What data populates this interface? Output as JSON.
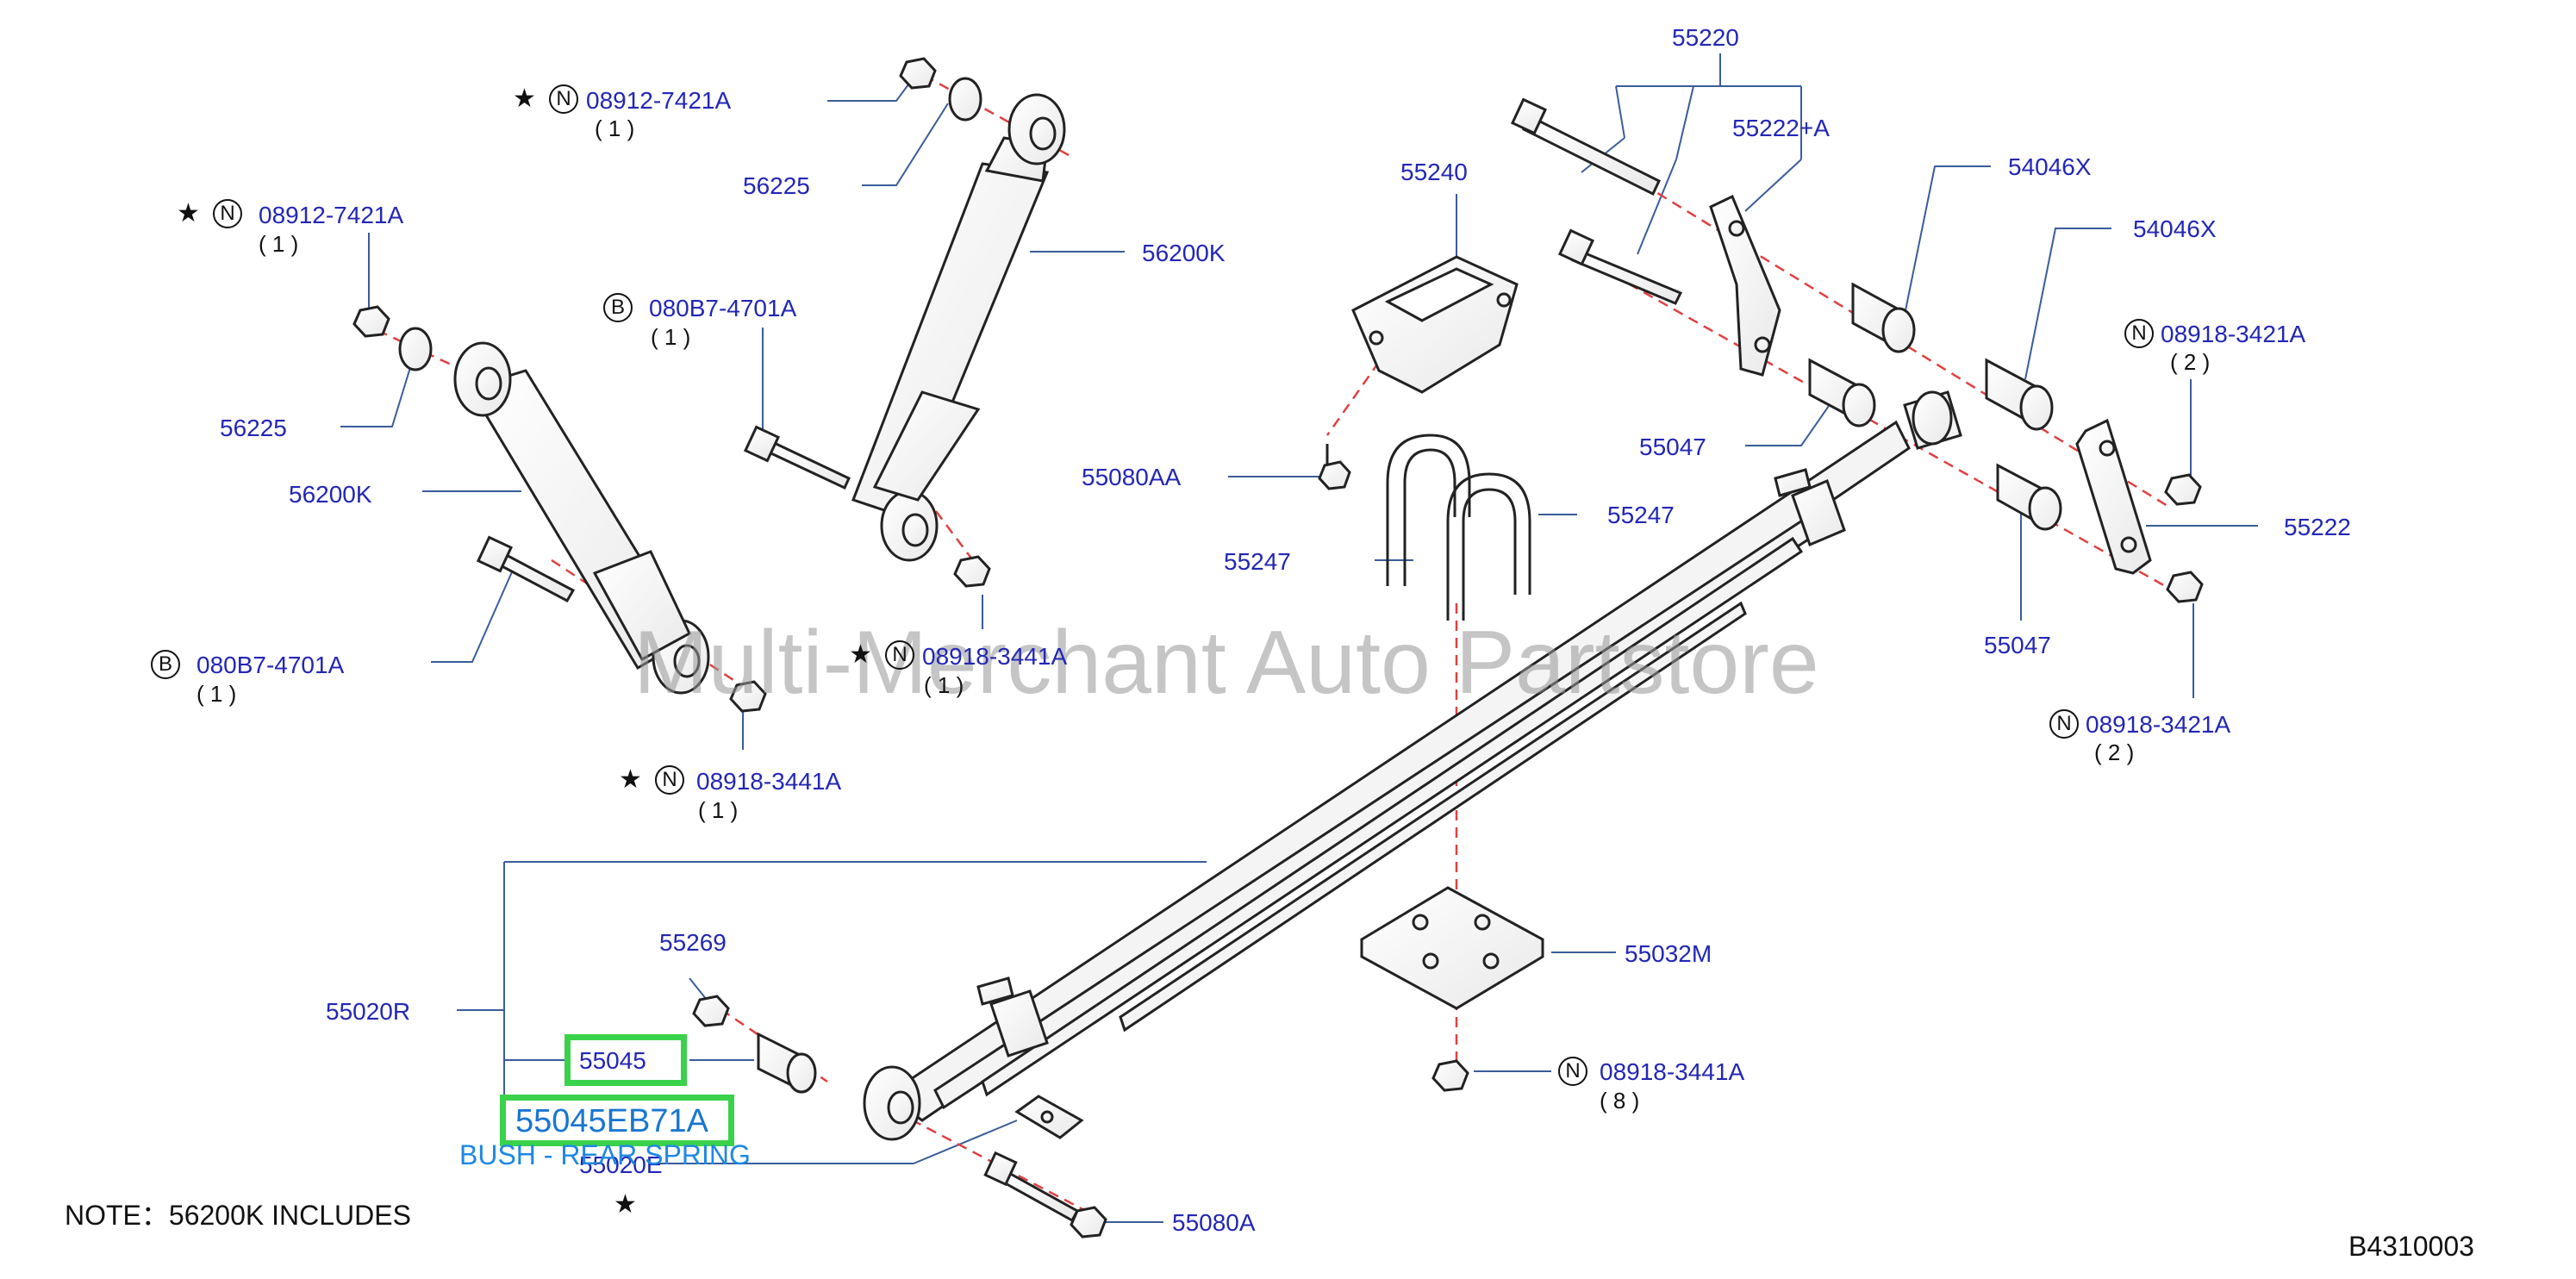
{
  "figure_id": "B4310003",
  "watermark": "Multi-Merchant Auto Partstore",
  "note": {
    "text": "NOTE：56200K   INCLUDES",
    "star": "★"
  },
  "highlight": {
    "part_number": "55045EB71A",
    "ref": "55045",
    "caption": "BUSH - REAR SPRING",
    "box_color": "#3ad24a",
    "text_color": "#1976d2"
  },
  "colors": {
    "callout": "#2227b5",
    "lines": "#3a5c9a",
    "centerline": "#e04040",
    "outline": "#222222"
  },
  "callouts": [
    {
      "id": "c-55220",
      "code": "55220"
    },
    {
      "id": "c-55222a",
      "code": "55222+A"
    },
    {
      "id": "c-55240",
      "code": "55240"
    },
    {
      "id": "c-54046x-1",
      "code": "54046X"
    },
    {
      "id": "c-54046x-2",
      "code": "54046X"
    },
    {
      "id": "c-08918-3421a-1",
      "code": "08918-3421A",
      "badge": "N",
      "qty": "( 2 )"
    },
    {
      "id": "c-55047-1",
      "code": "55047"
    },
    {
      "id": "c-55080aa",
      "code": "55080AA"
    },
    {
      "id": "c-55247-1",
      "code": "55247"
    },
    {
      "id": "c-55247-2",
      "code": "55247"
    },
    {
      "id": "c-55222",
      "code": "55222"
    },
    {
      "id": "c-55047-2",
      "code": "55047"
    },
    {
      "id": "c-08918-3421a-2",
      "code": "08918-3421A",
      "badge": "N",
      "qty": "( 2 )"
    },
    {
      "id": "c-08912-7421a-top",
      "code": "08912-7421A",
      "badge": "N",
      "star": "★",
      "qty": "( 1 )"
    },
    {
      "id": "c-56225-top",
      "code": "56225"
    },
    {
      "id": "c-56200k-top",
      "code": "56200K"
    },
    {
      "id": "c-08912-7421a-left",
      "code": "08912-7421A",
      "badge": "N",
      "star": "★",
      "qty": "( 1 )"
    },
    {
      "id": "c-56225-left",
      "code": "56225"
    },
    {
      "id": "c-56200k-left",
      "code": "56200K"
    },
    {
      "id": "c-080b7-mid",
      "code": "080B7-4701A",
      "badge": "B",
      "qty": "( 1 )"
    },
    {
      "id": "c-080b7-left",
      "code": "080B7-4701A",
      "badge": "B",
      "qty": "( 1 )"
    },
    {
      "id": "c-08918-3441a-mid",
      "code": "08918-3441A",
      "badge": "N",
      "star": "★",
      "qty": "( 1 )"
    },
    {
      "id": "c-08918-3441a-left",
      "code": "08918-3441A",
      "badge": "N",
      "star": "★",
      "qty": "( 1 )"
    },
    {
      "id": "c-55020r",
      "code": "55020R"
    },
    {
      "id": "c-55269",
      "code": "55269"
    },
    {
      "id": "c-55020e",
      "code": "55020E"
    },
    {
      "id": "c-55080a",
      "code": "55080A"
    },
    {
      "id": "c-55032m",
      "code": "55032M"
    },
    {
      "id": "c-08918-3441a-bot",
      "code": "08918-3441A",
      "badge": "N",
      "qty": "( 8 )"
    }
  ]
}
